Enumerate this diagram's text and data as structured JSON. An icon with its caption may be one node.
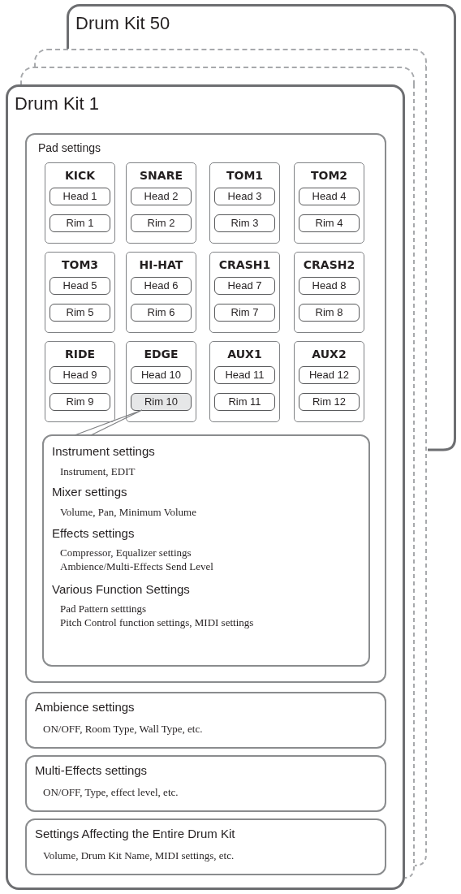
{
  "diagram": {
    "nodes": [
      {
        "text": [
          "Drum Kit 50"
        ]
      },
      {
        "text": [],
        "shape": "box"
      },
      {
        "text": [],
        "shape": "box"
      },
      {
        "text": [
          "Drum Kit 1"
        ]
      },
      {
        "text": [
          "Pad settings"
        ],
        "in": 3
      },
      {
        "text": [
          "KICK"
        ],
        "in": 4
      },
      {
        "text": [
          "Head 1"
        ],
        "in": 5
      },
      {
        "text": [
          "Rim 1"
        ],
        "in": 5
      },
      {
        "text": [
          "SNARE"
        ],
        "in": 4
      },
      {
        "text": [
          "Head 2"
        ],
        "in": 8
      },
      {
        "text": [
          "Rim 2"
        ],
        "in": 8
      },
      {
        "text": [
          "TOM1"
        ],
        "in": 4
      },
      {
        "text": [
          "Head 3"
        ],
        "in": 11
      },
      {
        "text": [
          "Rim 3"
        ],
        "in": 11
      },
      {
        "text": [
          "TOM2"
        ],
        "in": 4
      },
      {
        "text": [
          "Head 4"
        ],
        "in": 14
      },
      {
        "text": [
          "Rim 4"
        ],
        "in": 14
      },
      {
        "text": [
          "TOM3"
        ],
        "in": 4
      },
      {
        "text": [
          "Head 5"
        ],
        "in": 17
      },
      {
        "text": [
          "Rim 5"
        ],
        "in": 17
      },
      {
        "text": [
          "HI-HAT"
        ],
        "in": 4
      },
      {
        "text": [
          "Head 6"
        ],
        "in": 20
      },
      {
        "text": [
          "Rim 6"
        ],
        "in": 20
      },
      {
        "text": [
          "CRASH1"
        ],
        "in": 4
      },
      {
        "text": [
          "Head 7"
        ],
        "in": 23
      },
      {
        "text": [
          "Rim 7"
        ],
        "in": 23
      },
      {
        "text": [
          "CRASH2"
        ],
        "in": 4
      },
      {
        "text": [
          "Head 8"
        ],
        "in": 26
      },
      {
        "text": [
          "Rim 8"
        ],
        "in": 26
      },
      {
        "text": [
          "RIDE"
        ],
        "in": 4
      },
      {
        "text": [
          "Head 9"
        ],
        "in": 29
      },
      {
        "text": [
          "Rim 9"
        ],
        "in": 29
      },
      {
        "text": [
          "EDGE"
        ],
        "in": 4
      },
      {
        "text": [
          "Head 10"
        ],
        "in": 32
      },
      {
        "text": [
          "Rim 10"
        ],
        "in": 32
      },
      {
        "text": [
          "AUX1"
        ],
        "in": 4
      },
      {
        "text": [
          "Head 11"
        ],
        "in": 35
      },
      {
        "text": [
          "Rim 11"
        ],
        "in": 35
      },
      {
        "text": [
          "AUX2"
        ],
        "in": 4
      },
      {
        "text": [
          "Head 12"
        ],
        "in": 38
      },
      {
        "text": [
          "Rim 12"
        ],
        "in": 38
      },
      {
        "text": [
          "Instrument settings",
          "Instrument, EDIT",
          "Mixer settings",
          "Volume, Pan, Minimum Volume",
          "Effects settings",
          "Compressor, Equalizer settings",
          "Ambience/Multi-Effects Send Level",
          "Various Function Settings",
          "Pad Pattern setttings",
          "Pitch Control function settings, MIDI settings"
        ],
        "in": 4
      },
      {
        "text": [
          "Ambience settings",
          "ON/OFF, Room Type, Wall Type, etc."
        ],
        "in": 3
      },
      {
        "text": [
          "Multi-Effects settings",
          "ON/OFF, Type, effect level, etc."
        ],
        "in": 3
      },
      {
        "text": [
          "Settings Affecting the Entire Drum Kit",
          "Volume, Drum Kit Name, MIDI settings, etc."
        ],
        "in": 3
      }
    ],
    "edges": [
      {
        "from": 41,
        "to": 34,
        "arrow": "none"
      }
    ]
  }
}
